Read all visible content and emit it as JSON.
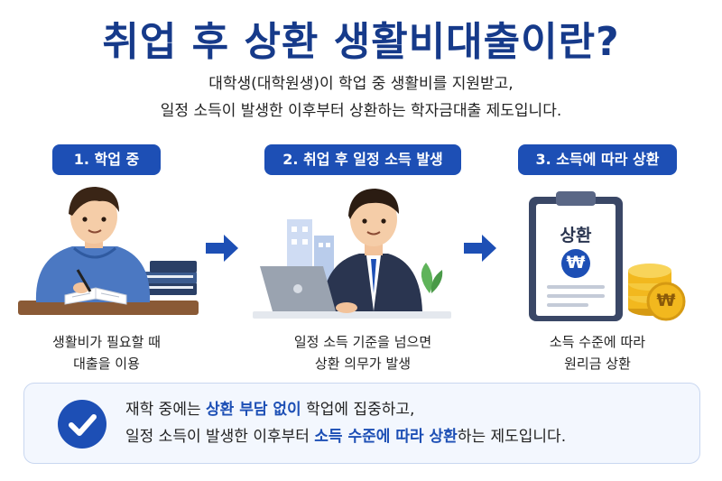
{
  "title": "취업 후 상환 생활비대출이란?",
  "subtitle": {
    "line1": "대학생(대학원생)이 학업 중 생활비를 지원받고,",
    "line2": "일정 소득이 발생한 이후부터 상환하는 학자금대출 제도입니다."
  },
  "steps": [
    {
      "label": "1. 학업 중",
      "caption1": "생활비가 필요할 때",
      "caption2": "대출을 이용",
      "icon": "student-studying"
    },
    {
      "label": "2. 취업 후 일정 소득 발생",
      "caption1": "일정 소득 기준을 넘으면",
      "caption2": "상환 의무가 발생",
      "icon": "office-worker-laptop"
    },
    {
      "label": "3. 소득에 따라 상환",
      "caption1": "소득 수준에 따라",
      "caption2": "원리금 상환",
      "icon": "repayment-clipboard"
    }
  ],
  "clipboard": {
    "title": "상환",
    "symbol": "₩"
  },
  "note": {
    "line1_a": "재학 중에는 ",
    "line1_hl": "상환 부담 없이",
    "line1_b": " 학업에 집중하고,",
    "line2_a": "일정 소득이 발생한 이후부터 ",
    "line2_hl": "소득 수준에 따라 상환",
    "line2_b": "하는 제도입니다."
  },
  "colors": {
    "primary": "#1d4fb5",
    "title": "#163a8a",
    "note_bg": "#f3f7fe",
    "coin": "#f2b81e"
  }
}
